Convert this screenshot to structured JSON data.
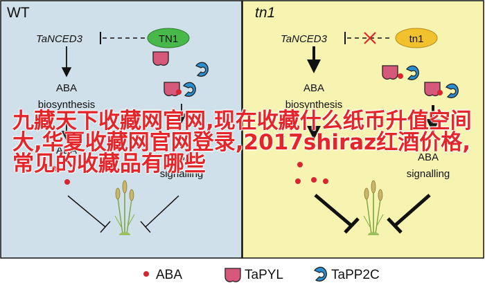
{
  "panels": {
    "left": {
      "title": "WT",
      "gene": "TaNCED3",
      "protein": "TN1",
      "process1_line1": "ABA",
      "process1_line2": "biosynthesis",
      "process2_line1": "ABA",
      "process2_line2": "signalling",
      "background": "#cfe0ea"
    },
    "right": {
      "title": "tn1",
      "gene": "TaNCED3",
      "protein": "tn1",
      "process1_line1": "ABA",
      "process1_line2": "biosynthesis",
      "process2_line1": "ABA",
      "process2_line2": "signalling",
      "background": "#f7f4b2"
    }
  },
  "legend": {
    "items": [
      {
        "label": "ABA",
        "icon": "aba-dot-icon"
      },
      {
        "label": "TaPYL",
        "icon": "tapyl-receptor-icon"
      },
      {
        "label": "TaPP2C",
        "icon": "tapp2c-phosphatase-icon"
      }
    ]
  },
  "watermark": {
    "text": "九藏天下收藏网官网,现在收藏什么纸币升值空间大,华夏收藏网官网登录,2017shiraz红酒价格,常见的收藏品有哪些"
  },
  "colors": {
    "aba_dot": "#d9262e",
    "tapyl": "#d6587a",
    "tapp2c": "#2a8ed0",
    "tn1_oval": "#49b84a",
    "tn1_mutant_oval": "#f2c12e",
    "blocked_x": "#e3262b",
    "watermark": "#e4262b"
  }
}
